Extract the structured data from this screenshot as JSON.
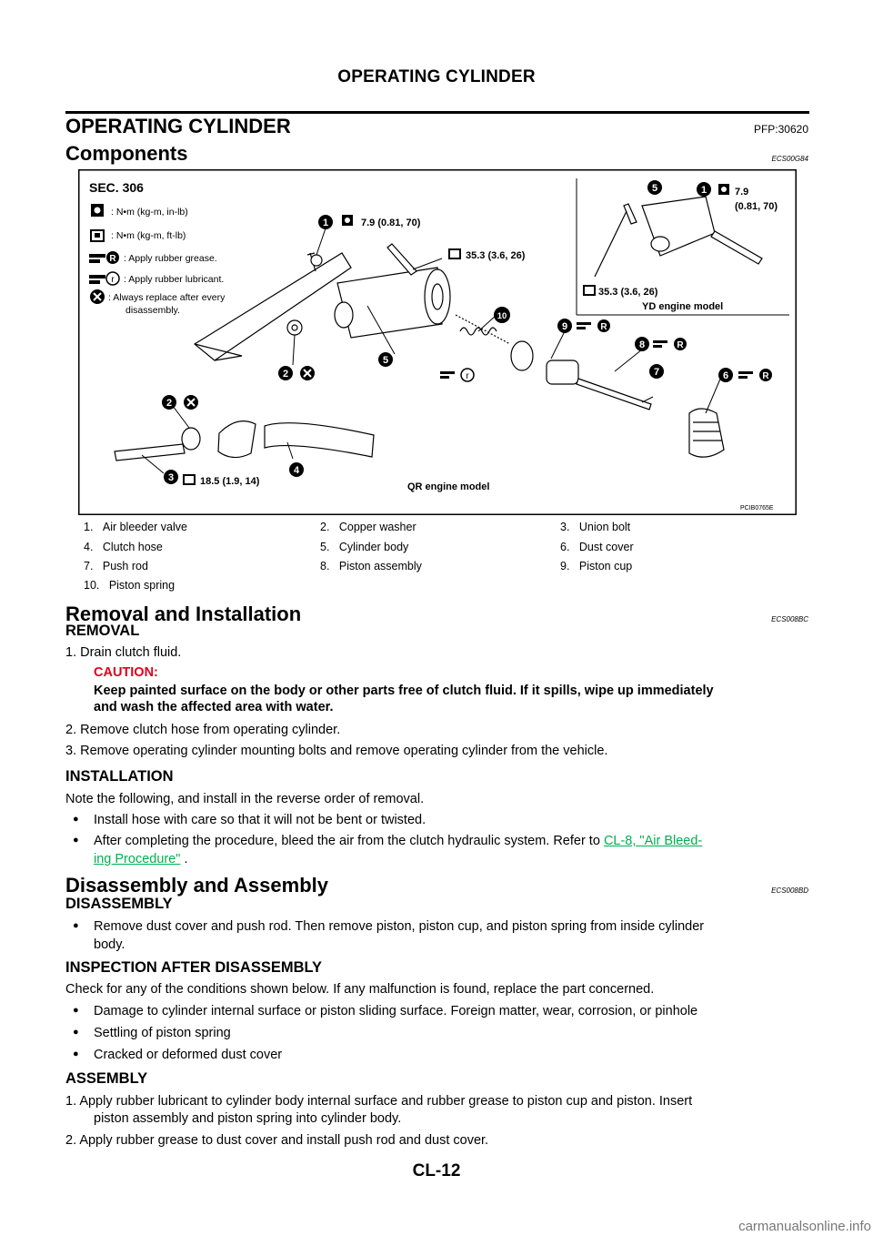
{
  "header": {
    "title": "OPERATING CYLINDER"
  },
  "section": {
    "title": "OPERATING CYLINDER",
    "pfp": "PFP:30620"
  },
  "components": {
    "title": "Components",
    "code": "ECS00G84",
    "figure": {
      "sec": "SEC. 306",
      "legend": [
        ": N•m (kg-m, in-lb)",
        ": N•m (kg-m, ft-lb)",
        ": Apply rubber grease.",
        ": Apply rubber lubricant.",
        ": Always replace after every",
        "disassembly."
      ],
      "torques": {
        "t1": "7.9 (0.81, 70)",
        "t2": "35.3 (3.6, 26)",
        "t3": "18.5 (1.9, 14)",
        "yd_t1a": "7.9",
        "yd_t1b": "(0.81, 70)",
        "yd_t2": "35.3 (3.6, 26)"
      },
      "yd_label": "YD engine model",
      "qr_label": "QR engine model",
      "fig_id": "PCIB0765E",
      "callouts": [
        "1",
        "2",
        "3",
        "4",
        "5",
        "6",
        "7",
        "8",
        "9",
        "10"
      ],
      "symbol_r": "R",
      "symbol_r_small": "r"
    },
    "parts": [
      {
        "num": "1.",
        "name": "Air bleeder valve"
      },
      {
        "num": "2.",
        "name": "Copper washer"
      },
      {
        "num": "3.",
        "name": "Union bolt"
      },
      {
        "num": "4.",
        "name": "Clutch hose"
      },
      {
        "num": "5.",
        "name": "Cylinder body"
      },
      {
        "num": "6.",
        "name": "Dust cover"
      },
      {
        "num": "7.",
        "name": "Push rod"
      },
      {
        "num": "8.",
        "name": "Piston assembly"
      },
      {
        "num": "9.",
        "name": "Piston cup"
      },
      {
        "num": "10.",
        "name": "Piston spring"
      }
    ]
  },
  "removal_installation": {
    "title": "Removal and Installation",
    "code": "ECS008BC",
    "removal": {
      "title": "REMOVAL",
      "step1": "1.  Drain clutch fluid.",
      "caution_label": "CAUTION:",
      "caution_l1": "Keep painted surface on the body or other parts free of clutch fluid. If it spills, wipe up immediately",
      "caution_l2": "and wash the affected area with water.",
      "step2": "2.  Remove clutch hose from operating cylinder.",
      "step3": "3.  Remove operating cylinder mounting bolts and remove operating cylinder from the vehicle."
    },
    "installation": {
      "title": "INSTALLATION",
      "intro": "Note the following, and install in the reverse order of removal.",
      "b1": "Install hose with care so that it will not be bent or twisted.",
      "b2_text": "After completing the procedure, bleed the air from the clutch hydraulic system. Refer to ",
      "b2_link1": "CL-8, \"Air Bleed-",
      "b2_link2": "ing Procedure\"",
      "b2_tail": " ."
    }
  },
  "disassembly_assembly": {
    "title": "Disassembly and Assembly",
    "code": "ECS008BD",
    "disassembly": {
      "title": "DISASSEMBLY",
      "b1_l1": "Remove dust cover and push rod. Then remove piston, piston cup, and piston spring from inside cylinder",
      "b1_l2": "body."
    },
    "inspection": {
      "title": "INSPECTION AFTER DISASSEMBLY",
      "intro": "Check for any of the conditions shown below. If any malfunction is found, replace the part concerned.",
      "b1": "Damage to cylinder internal surface or piston sliding surface. Foreign matter, wear, corrosion, or pinhole",
      "b2": "Settling of piston spring",
      "b3": "Cracked or deformed dust cover"
    },
    "assembly": {
      "title": "ASSEMBLY",
      "s1_l1": "1.  Apply rubber lubricant to cylinder body internal surface and rubber grease to piston cup and piston. Insert",
      "s1_l2": "piston assembly and piston spring into cylinder body.",
      "s2": "2.  Apply rubber grease to dust cover and install push rod and dust cover."
    }
  },
  "footer": {
    "page": "CL-12"
  },
  "watermark": "carmanualsonline.info",
  "bullet": "●"
}
